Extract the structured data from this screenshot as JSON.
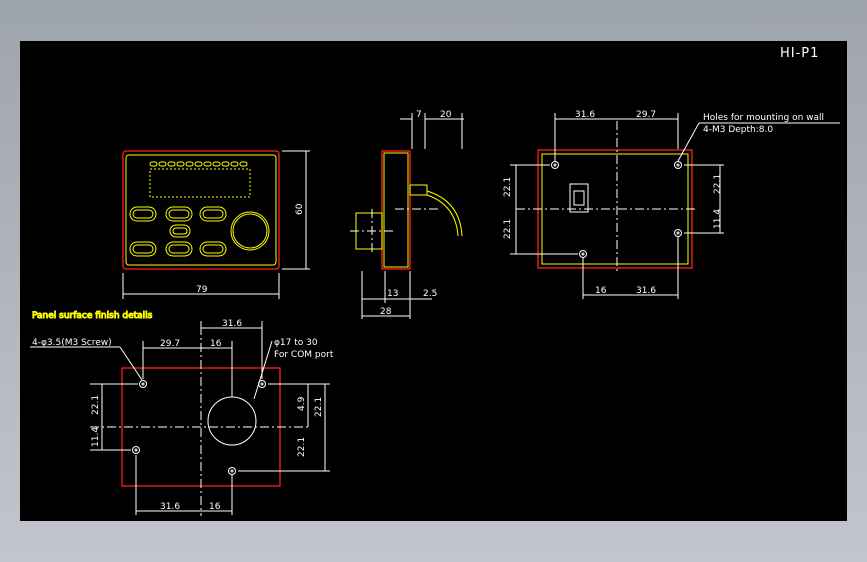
{
  "title": "HI-P1",
  "front_view": {
    "width_label": "79",
    "height_label": "60"
  },
  "side_view": {
    "top_dims": [
      "7",
      "20"
    ],
    "bottom_dims": [
      "13",
      "2.5"
    ],
    "overall_label": "28"
  },
  "back_view": {
    "note_line1": "Holes for mounting on wall",
    "note_line2": "4-M3 Depth:8.0",
    "top_dims": [
      "31.6",
      "29.7"
    ],
    "left_dims": [
      "22.1",
      "22.1"
    ],
    "right_dims": [
      "22.1",
      "11.4"
    ],
    "bottom_dims": [
      "16",
      "31.6"
    ]
  },
  "panel_view": {
    "heading": "Panel surface finish details",
    "screw_note": "4-φ3.5(M3 Screw)",
    "port_note_line1": "φ17 to 30",
    "port_note_line2": "For COM port",
    "top_dims": [
      "31.6",
      "29.7",
      "16"
    ],
    "left_dims": [
      "22.1",
      "11.4"
    ],
    "right_dims": [
      "4.9",
      "22.1",
      "22.1"
    ],
    "bottom_dims": [
      "31.6",
      "16"
    ]
  }
}
